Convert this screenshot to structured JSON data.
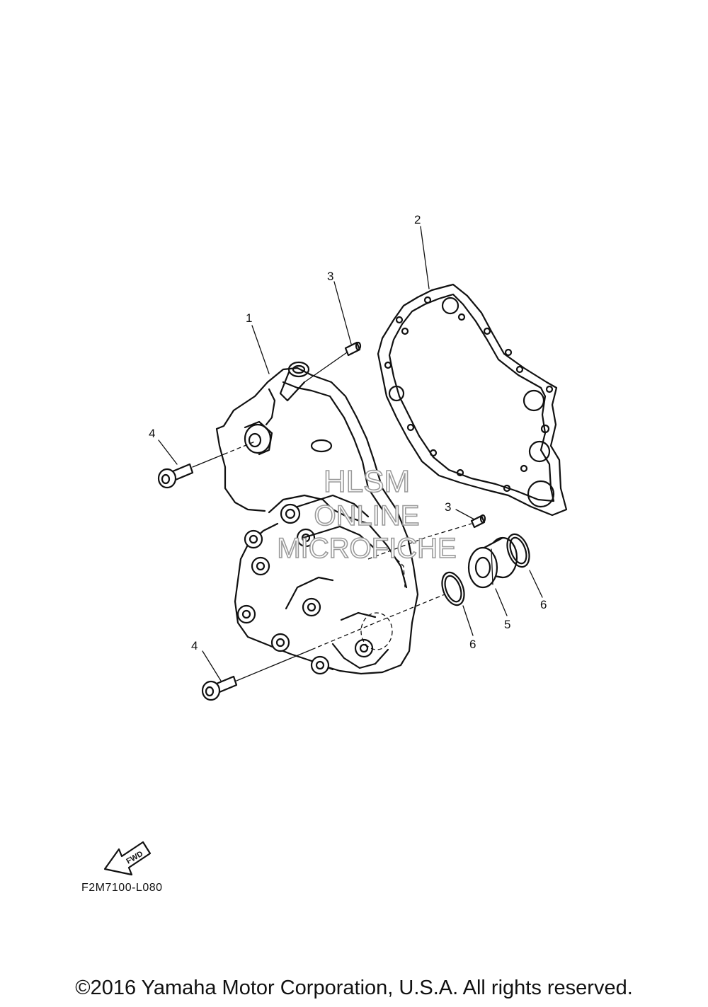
{
  "diagram": {
    "callouts": {
      "c1": "1",
      "c2": "2",
      "c3a": "3",
      "c3b": "3",
      "c4a": "4",
      "c4b": "4",
      "c5": "5",
      "c6a": "6",
      "c6b": "6"
    },
    "watermark": {
      "line1": "HLSM",
      "line2": "ONLINE",
      "line3": "MICROFICHE"
    },
    "fwd_label": "FWD",
    "figure_code": "F2M7100-L080"
  },
  "footer": {
    "copyright": "©2016 Yamaha Motor Corporation, U.S.A. All rights reserved."
  }
}
